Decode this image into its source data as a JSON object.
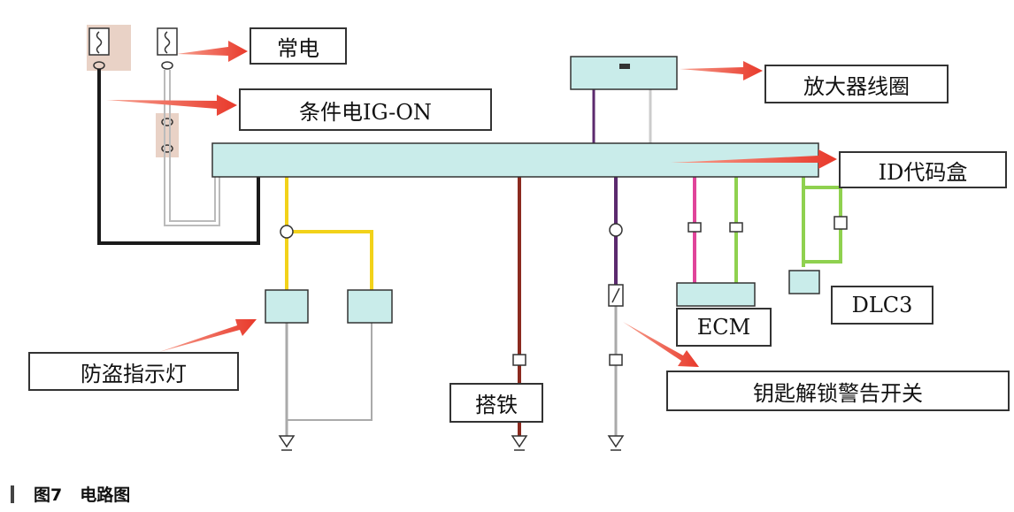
{
  "labels": {
    "constant_power": "常电",
    "ig_on_power": "条件电IG-ON",
    "amplifier_coil": "放大器线圈",
    "id_code_box": "ID代码盒",
    "dlc3": "DLC3",
    "ecm": "ECM",
    "theft_indicator": "防盗指示灯",
    "ground": "搭铁",
    "key_unlock_warning_switch": "钥匙解锁警告开关"
  },
  "caption": {
    "figure_number": "图7",
    "title": "电路图"
  },
  "colors": {
    "module_fill": "#c9ecea",
    "wire_black": "#1a1a1a",
    "wire_yellow": "#f2d21a",
    "wire_brown": "#8b2a1f",
    "wire_purple": "#5b2a6e",
    "wire_pink": "#e0449a",
    "wire_green": "#8fd14f",
    "wire_gray": "#aaaaaa",
    "arrow_red": "#e8392b"
  }
}
